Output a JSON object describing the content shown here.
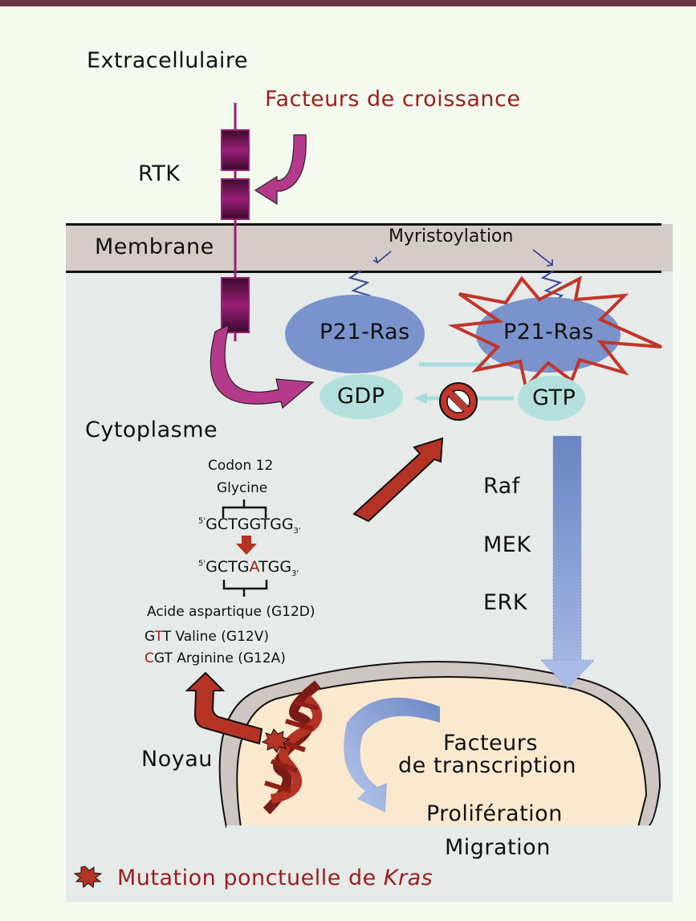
{
  "labels": {
    "extracellular": "Extracellulaire",
    "growth_factors": "Facteurs de croissance",
    "rtk": "RTK",
    "membrane": "Membrane",
    "myristoylation": "Myristoylation",
    "ras_inactive": "P21-Ras",
    "ras_active": "P21-Ras",
    "gdp": "GDP",
    "gtp": "GTP",
    "cytoplasm": "Cytoplasme",
    "codon": "Codon 12",
    "glycine": "Glycine",
    "seq_prime5": "5'",
    "seq_prime3": "3'",
    "seq_wt": "GCTGGTGG",
    "seq_mut_prefix": "GCTG",
    "seq_mut_base": "A",
    "seq_mut_suffix": "TGG",
    "asp": "Acide aspartique (G12D)",
    "val_prefix": "G",
    "val_mut": "T",
    "val_rest": "T Valine (G12V)",
    "arg_mut": "C",
    "arg_rest": "GT Arginine (G12A)",
    "raf": "Raf",
    "mek": "MEK",
    "erk": "ERK",
    "nucleus": "Noyau",
    "tf_line1": "Facteurs",
    "tf_line2": "de transcription",
    "proliferation": "Prolifération",
    "migration": "Migration",
    "legend_text": "Mutation ponctuelle de ",
    "legend_gene": "Kras"
  },
  "colors": {
    "header_bar": "#6b3745",
    "background": "#f4fbee",
    "cytoplasm": "#e6eae8",
    "membrane": "#d6ccc7",
    "ras": "#7a93cc",
    "gdp_gtp": "#b3e0dc",
    "rtk": "#8e1a6e",
    "mutation_red": "#b53324",
    "text_red": "#9b1d1f",
    "nucleus": "#fbe9cf"
  }
}
